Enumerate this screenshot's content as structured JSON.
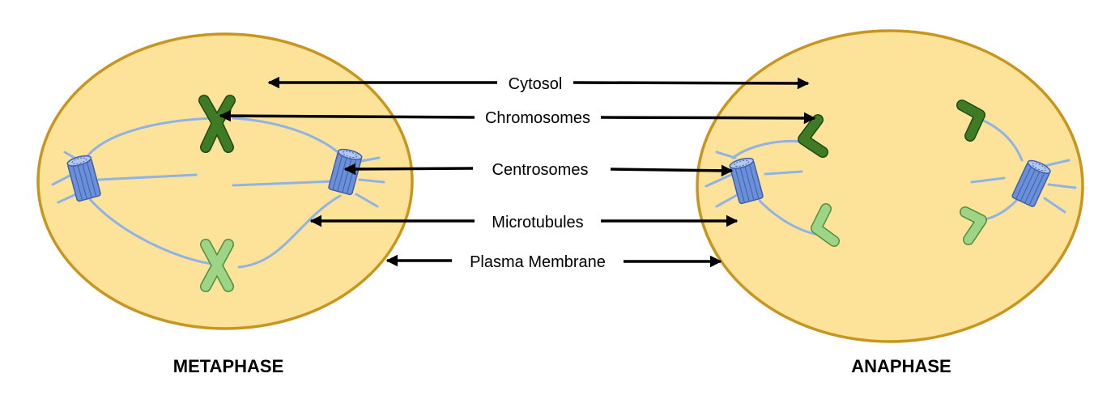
{
  "labels": {
    "cytosol": "Cytosol",
    "chromosomes": "Chromosomes",
    "centrosomes": "Centrosomes",
    "microtubules": "Microtubules",
    "plasma_membrane": "Plasma Membrane"
  },
  "phases": {
    "left": "METAPHASE",
    "right": "ANAPHASE"
  },
  "colors": {
    "cell_fill": "#fde39a",
    "cell_stroke": "#c8961e",
    "microtubule": "#8fb3e6",
    "centrosome": "#6b8fd9",
    "chromosome_dark": "#3f7a25",
    "chromosome_light": "#9ed486"
  }
}
